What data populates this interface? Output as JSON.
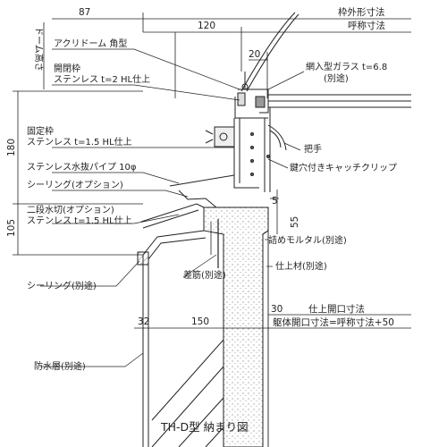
{
  "title": "TH-D型 納まり図",
  "dimensions": {
    "d87": "87",
    "d120": "120",
    "d20": "20",
    "d180": "180",
    "d105": "105",
    "d5": "5",
    "d55": "55",
    "d32": "32",
    "d150": "150",
    "d30": "30",
    "frame_outer": "枠外形寸法",
    "nominal": "呼称寸法",
    "finish_opening": "仕上開口寸法",
    "body_opening": "躯体開口寸法=呼称寸法+50",
    "dome_height": "ドーム高さ"
  },
  "labels": {
    "acryl_dome": "アクリドーム 角型",
    "open_frame": "開閉枠",
    "open_frame_spec": "ステンレス t=2 HL仕上",
    "fixed_frame": "固定枠",
    "fixed_frame_spec": "ステンレス t=1.5 HL仕上",
    "drain_pipe": "ステンレス水抜パイプ 10φ",
    "sealing_option": "シーリング(オプション)",
    "double_drip": "二段水切(オプション)",
    "double_drip_spec": "ステンレス t=1.5 HL仕上",
    "sealing_sep": "シーリング(別途)",
    "waterproof": "防水層(別途)",
    "wired_glass": "網入型ガラス t=6.8",
    "wired_glass_sep": "(別途)",
    "handle": "把手",
    "catch_clip": "鍵穴付きキャッチクリップ",
    "mortar": "詰めモルタル(別途)",
    "finish_material": "仕上材(別途)",
    "rebar": "差筋(別途)"
  }
}
